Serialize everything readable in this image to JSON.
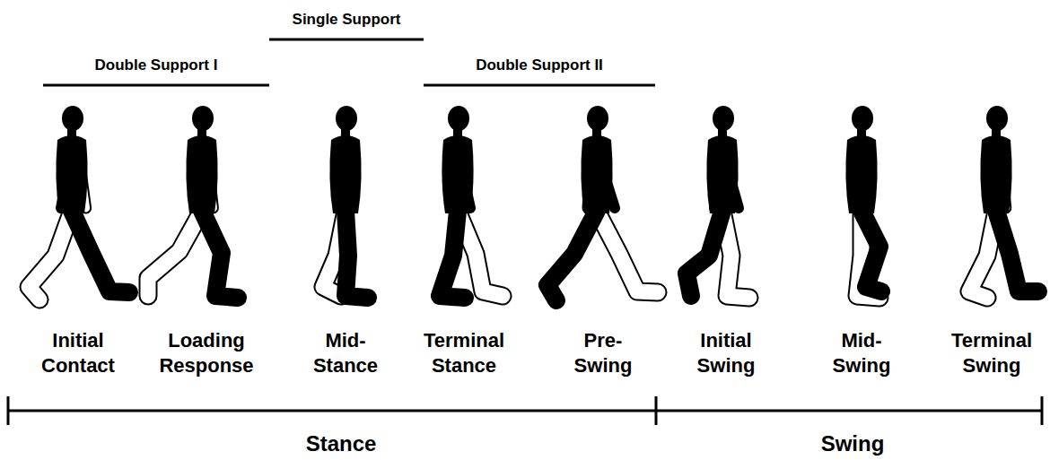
{
  "diagram": {
    "labels": [
      "Double Support I",
      "Single Support",
      "Double Support II",
      "Initial Contact",
      "Loading Response",
      "Mid- Stance",
      "Terminal Stance",
      "Pre- Swing",
      "Initial Swing",
      "Mid- Swing",
      "Terminal Swing",
      "Stance",
      "Swing"
    ]
  }
}
